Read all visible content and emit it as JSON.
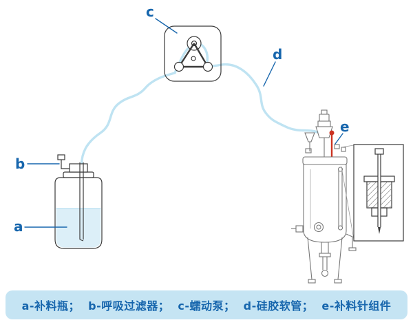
{
  "labels": {
    "a": "a",
    "b": "b",
    "c": "c",
    "d": "d",
    "e": "e"
  },
  "legend": {
    "text": "a-补料瓶；  b-呼吸过滤器；  c-蠕动泵；  d-硅胶软管；  e-补料针组件",
    "items": [
      {
        "key": "a",
        "name": "补料瓶"
      },
      {
        "key": "b",
        "name": "呼吸过滤器"
      },
      {
        "key": "c",
        "name": "蠕动泵"
      },
      {
        "key": "d",
        "name": "硅胶软管"
      },
      {
        "key": "e",
        "name": "补料针组件"
      }
    ]
  },
  "colors": {
    "label_text": "#1766ad",
    "tube": "#bfe3f2",
    "legend_background": "#c5e4f3",
    "legend_text": "#1766ad",
    "highlight_red": "#cc3322",
    "liquid": "#dceff8",
    "line_art": "#777777"
  }
}
